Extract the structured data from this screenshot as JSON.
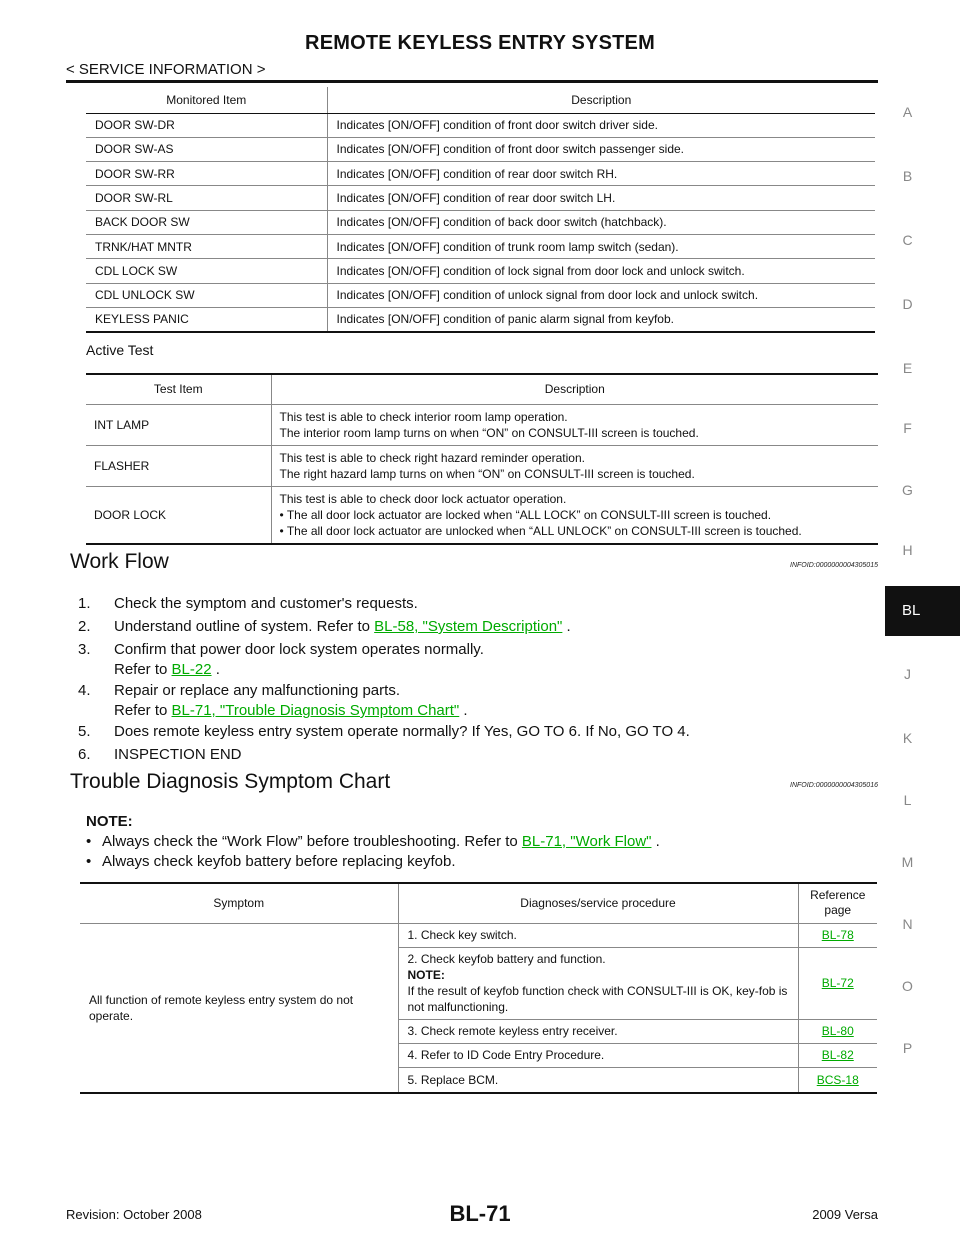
{
  "header": {
    "title": "REMOTE KEYLESS ENTRY SYSTEM",
    "section": "< SERVICE INFORMATION >"
  },
  "side_index": {
    "letters": [
      "A",
      "B",
      "C",
      "D",
      "E",
      "F",
      "G",
      "H",
      "J",
      "K",
      "L",
      "M",
      "N",
      "O",
      "P"
    ],
    "active_tab": "BL"
  },
  "monitor_table": {
    "headers": [
      "Monitored Item",
      "Description"
    ],
    "rows": [
      [
        "DOOR SW-DR",
        "Indicates [ON/OFF] condition of front door switch driver side."
      ],
      [
        "DOOR SW-AS",
        "Indicates [ON/OFF] condition of front door switch passenger side."
      ],
      [
        "DOOR SW-RR",
        "Indicates [ON/OFF] condition of rear door switch RH."
      ],
      [
        "DOOR SW-RL",
        "Indicates [ON/OFF] condition of rear door switch LH."
      ],
      [
        "BACK DOOR SW",
        "Indicates [ON/OFF] condition of back door switch (hatchback)."
      ],
      [
        "TRNK/HAT MNTR",
        "Indicates [ON/OFF] condition of trunk room lamp switch (sedan)."
      ],
      [
        "CDL LOCK SW",
        "Indicates [ON/OFF] condition of lock signal from door lock and unlock switch."
      ],
      [
        "CDL UNLOCK SW",
        "Indicates [ON/OFF] condition of unlock signal from door lock and unlock switch."
      ],
      [
        "KEYLESS PANIC",
        "Indicates [ON/OFF] condition of panic alarm signal from keyfob."
      ]
    ]
  },
  "active_test": {
    "heading": "Active Test",
    "headers": [
      "Test Item",
      "Description"
    ],
    "rows": [
      {
        "item": "INT LAMP",
        "lines": [
          "This test is able to check interior room lamp operation.",
          "The interior room lamp turns on when “ON” on CONSULT-III screen is touched."
        ]
      },
      {
        "item": "FLASHER",
        "lines": [
          "This test is able to check right hazard reminder operation.",
          "The right hazard lamp turns on when “ON” on CONSULT-III screen is touched."
        ]
      },
      {
        "item": "DOOR LOCK",
        "lines": [
          "This test is able to check door lock actuator operation.",
          "•  The all door lock actuator are locked when “ALL LOCK” on CONSULT-III screen is touched.",
          "•  The all door lock actuator are unlocked when “ALL UNLOCK” on CONSULT-III screen is touched."
        ]
      }
    ]
  },
  "work_flow": {
    "heading": "Work Flow",
    "infoid": "INFOID:0000000004305015",
    "steps": [
      {
        "num": "1.",
        "text": "Check the symptom and customer's requests."
      },
      {
        "num": "2.",
        "pre": "Understand outline of system. Refer to ",
        "link": "BL-58, \"System Description\"",
        "post": " ."
      },
      {
        "num": "3.",
        "text": "Confirm that power door lock system operates normally.",
        "sub_pre": "Refer to ",
        "sub_link": "BL-22",
        "sub_post": " ."
      },
      {
        "num": "4.",
        "text": "Repair or replace any malfunctioning parts.",
        "sub_pre": "Refer to ",
        "sub_link": "BL-71, \"Trouble Diagnosis Symptom Chart\"",
        "sub_post": " ."
      },
      {
        "num": "5.",
        "text": "Does remote keyless entry system operate normally? If Yes, GO TO 6. If No, GO TO 4."
      },
      {
        "num": "6.",
        "text": "INSPECTION END"
      }
    ]
  },
  "symptom_chart": {
    "heading": "Trouble Diagnosis Symptom Chart",
    "infoid": "INFOID:0000000004305016",
    "note_title": "NOTE:",
    "note_1_pre": "Always check the “Work Flow” before troubleshooting. Refer to ",
    "note_1_link": "BL-71, \"Work Flow\"",
    "note_1_post": " .",
    "note_2": "Always check keyfob battery before replacing keyfob.",
    "headers": {
      "symptom": "Symptom",
      "procedure": "Diagnoses/service procedure",
      "reference_1": "Reference",
      "reference_2": "page"
    },
    "symptom": "All function of remote keyless entry system do not operate.",
    "rows": [
      {
        "lines": [
          "1. Check key switch."
        ],
        "ref": "BL-78"
      },
      {
        "lines": [
          "2. Check keyfob battery and function."
        ],
        "note": "NOTE:",
        "note_text": "If the result of keyfob function check with CONSULT-III is OK, key-fob is not malfunctioning.",
        "ref": "BL-72"
      },
      {
        "lines": [
          "3. Check remote keyless entry receiver."
        ],
        "ref": "BL-80"
      },
      {
        "lines": [
          "4. Refer to ID Code Entry Procedure."
        ],
        "ref": "BL-82"
      },
      {
        "lines": [
          "5. Replace BCM."
        ],
        "ref": "BCS-18"
      }
    ]
  },
  "footer": {
    "revision": "Revision: October 2008",
    "page": "BL-71",
    "model": "2009 Versa"
  },
  "colors": {
    "link": "#00aa00",
    "tab_bg": "#111111",
    "side_letters": "#888888"
  }
}
